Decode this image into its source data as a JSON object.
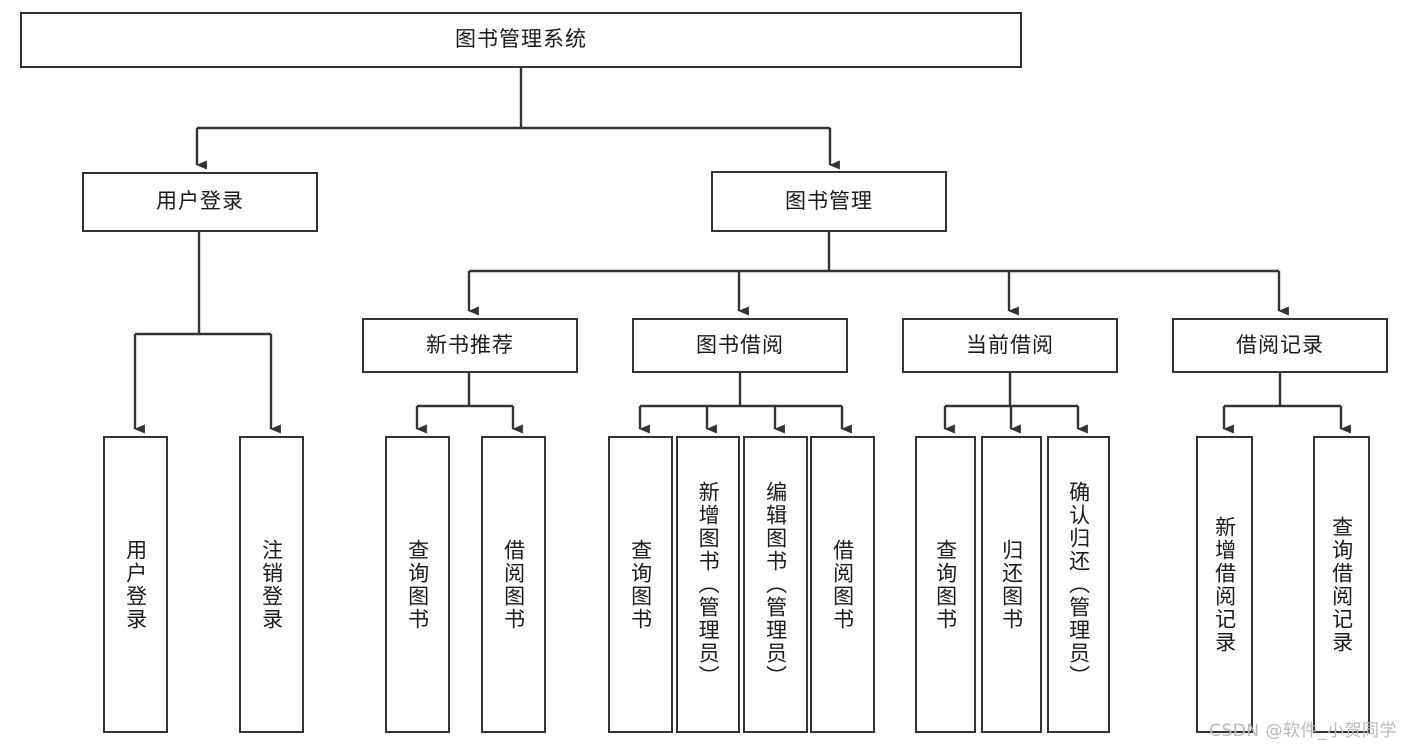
{
  "diagram": {
    "title": "图书管理系统",
    "type": "tree",
    "watermark": "CSDN @软件_小贺同学",
    "style": {
      "box_fill": "#ffffff",
      "box_stroke": "#333333",
      "connector_stroke": "#333333",
      "background": "#ffffff",
      "text_color": "#1a1a1a",
      "watermark_color": "#b9b9b9"
    },
    "root": {
      "label": "图书管理系统"
    },
    "level1": [
      {
        "label": "用户登录"
      },
      {
        "label": "图书管理"
      }
    ],
    "level2": [
      {
        "label": "新书推荐"
      },
      {
        "label": "图书借阅"
      },
      {
        "label": "当前借阅"
      },
      {
        "label": "借阅记录"
      }
    ],
    "leaves": {
      "user_login": [
        {
          "label": "用户登录"
        },
        {
          "label": "注销登录"
        }
      ],
      "new_book_recommend": [
        {
          "label": "查询图书"
        },
        {
          "label": "借阅图书"
        }
      ],
      "book_borrow": [
        {
          "label": "查询图书"
        },
        {
          "label": "新增图书（管理员）"
        },
        {
          "label": "编辑图书（管理员）"
        },
        {
          "label": "借阅图书"
        }
      ],
      "current_borrow": [
        {
          "label": "查询图书"
        },
        {
          "label": "归还图书"
        },
        {
          "label": "确认归还（管理员）"
        }
      ],
      "borrow_record": [
        {
          "label": "新增借阅记录"
        },
        {
          "label": "查询借阅记录"
        }
      ]
    }
  }
}
